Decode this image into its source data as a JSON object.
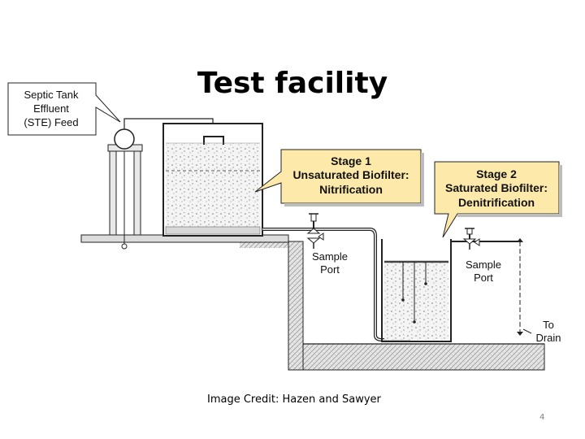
{
  "slide": {
    "title": "Test facility",
    "credit": "Image Credit: Hazen and Sawyer",
    "page_number": "4"
  },
  "diagram": {
    "feed_label": [
      "Septic Tank",
      "Effluent",
      "(STE) Feed"
    ],
    "stage1_label": [
      "Stage 1",
      "Unsaturated Biofilter:",
      "Nitrification"
    ],
    "stage2_label": [
      "Stage 2",
      "Saturated Biofilter:",
      "Denitrification"
    ],
    "sample_port_label": [
      "Sample",
      "Port"
    ],
    "drain_label": [
      "To",
      "Drain"
    ]
  },
  "colors": {
    "callout_fill": "#fde9a9",
    "stroke": "#222222",
    "ground_fill": "#d9d9d9",
    "media_fill": "#f2f2f2"
  }
}
